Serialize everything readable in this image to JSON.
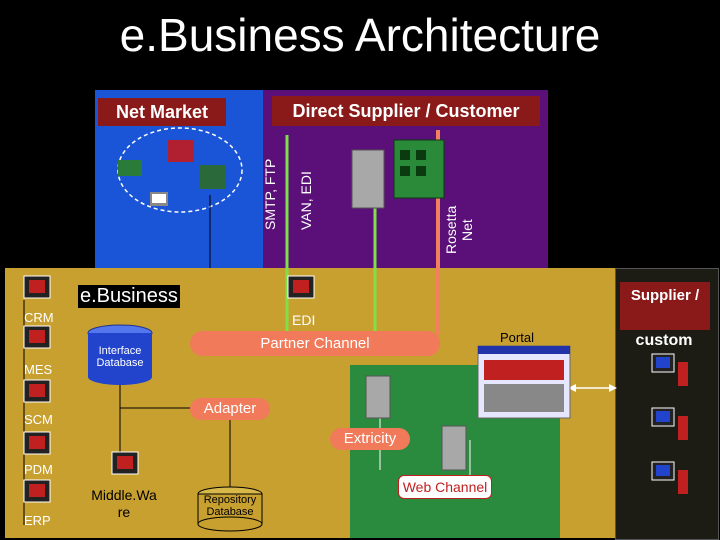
{
  "title": "e.Business Architecture",
  "net_market": "Net Market",
  "direct_supplier": "Direct Supplier / Customer",
  "smtp_ftp": "SMTP, FTP",
  "van_edi": "VAN, EDI",
  "rosetta_net": "Rosetta Net",
  "ebusiness": "e.Business",
  "edi": "EDI",
  "partner_channel": "Partner Channel",
  "portal": "Portal",
  "interface_db": "Interface Database",
  "adapter": "Adapter",
  "extricity": "Extricity",
  "web_channel": "Web Channel",
  "middleware": "Middle.Wa re",
  "repository_db": "Repository Database",
  "supplier_label": "Supplier /",
  "customer_label": "custom",
  "systems": [
    "CRM",
    "MES",
    "SCM",
    "PDM",
    "ERP"
  ]
}
